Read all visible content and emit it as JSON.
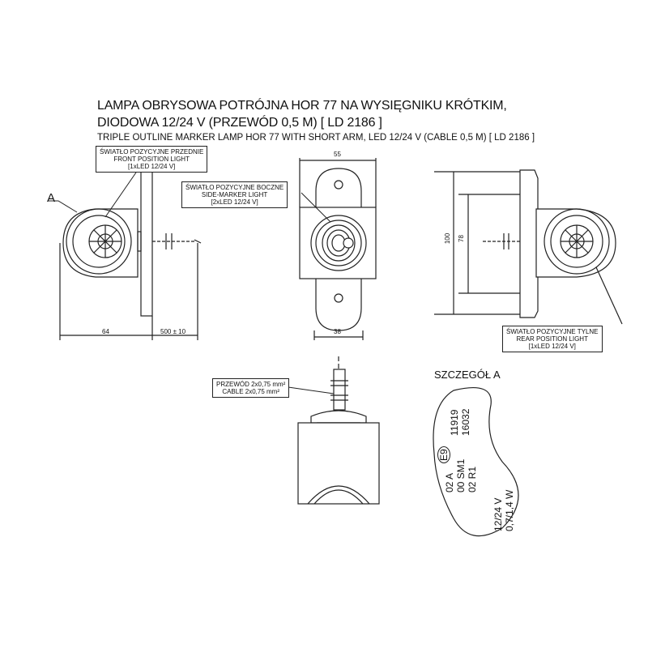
{
  "title": {
    "line1": "LAMPA OBRYSOWA POTRÓJNA HOR 77 NA WYSIĘGNIKU KRÓTKIM,",
    "line2": "DIODOWA 12/24 V (PRZEWÓD 0,5 M) [ LD 2186 ]",
    "line3": "TRIPLE OUTLINE MARKER LAMP HOR 77 WITH SHORT ARM, LED 12/24 V (CABLE 0,5 M) [ LD 2186 ]"
  },
  "labels": {
    "front": {
      "pl": "ŚWIATŁO POZYCYJNE PRZEDNIE",
      "en": "FRONT POSITION LIGHT",
      "spec": "[1xLED 12/24 V]"
    },
    "side": {
      "pl": "ŚWIATŁO POZYCYJNE BOCZNE",
      "en": "SIDE-MARKER LIGHT",
      "spec": "[2xLED 12/24 V]"
    },
    "rear": {
      "pl": "ŚWIATŁO POZYCYJNE TYLNE",
      "en": "REAR POSITION LIGHT",
      "spec": "[1xLED 12/24 V]"
    },
    "cable": {
      "pl": "PRZEWÓD 2x0,75 mm²",
      "en": "CABLE 2x0,75 mm²"
    }
  },
  "marker_a": "A",
  "dimensions": {
    "width_top": "55",
    "width_bottom": "38",
    "depth": "64",
    "cable_len": "500 ± 10",
    "height_total": "100",
    "height_inner": "78"
  },
  "detail": {
    "title": "SZCZEGÓŁ A",
    "col1": "11919",
    "col2": "16032",
    "e_mark": "E9",
    "line_a": "02 A",
    "line_b": "00 SM1",
    "line_c": "02 R1",
    "line_d": "12/24 V",
    "line_e": "0,7/1,4 W"
  }
}
